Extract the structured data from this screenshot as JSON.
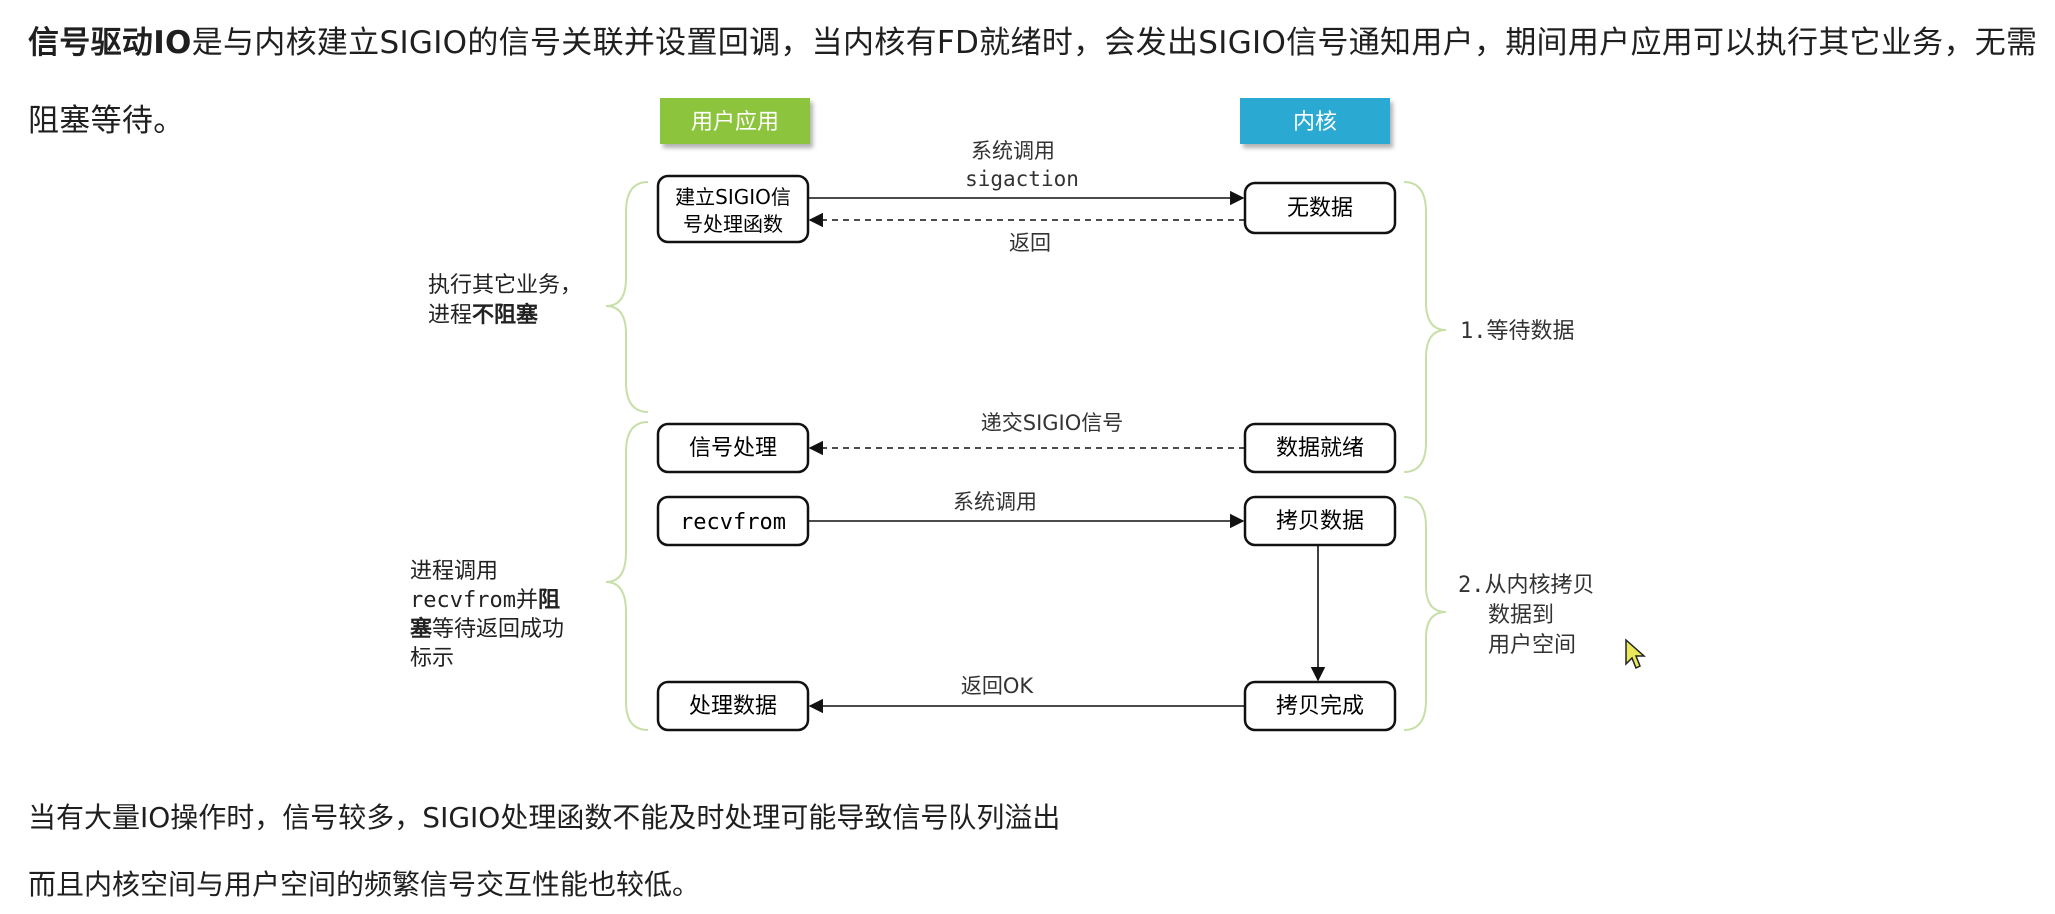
{
  "intro": {
    "bold_lead": "信号驱动IO",
    "text": "是与内核建立SIGIO的信号关联并设置回调，当内核有FD就绪时，会发出SIGIO信号通知用户，期间用户应用可以执行其它业务，无需阻塞等待。"
  },
  "diagram": {
    "headers": {
      "user": "用户应用",
      "kernel": "内核"
    },
    "colors": {
      "user_header": "#8dc43c",
      "kernel_header": "#29a9d3",
      "brace": "#c7dfa8"
    },
    "user_boxes": {
      "setup_line1": "建立SIGIO信",
      "setup_line2": "号处理函数",
      "signal_handle": "信号处理",
      "recvfrom": "recvfrom",
      "process_data": "处理数据"
    },
    "kernel_boxes": {
      "no_data": "无数据",
      "data_ready": "数据就绪",
      "copy_data": "拷贝数据",
      "copy_done": "拷贝完成"
    },
    "arrow_labels": {
      "syscall_line1": "系统调用",
      "syscall_line2": "sigaction",
      "return": "返回",
      "deliver": "递交SIGIO信号",
      "syscall2": "系统调用",
      "return_ok": "返回OK"
    },
    "left_notes": {
      "note1_line1": "执行其它业务，",
      "note1_line2_plain": "进程",
      "note1_line2_bold": "不阻塞",
      "note2_line1": "进程调用",
      "note2_line2_plain": "recvfrom并",
      "note2_line2_bold": "阻",
      "note2_line3_bold": "塞",
      "note2_line3_plain": "等待返回成功",
      "note2_line4": "标示"
    },
    "right_notes": {
      "phase1": "1.等待数据",
      "phase2_line1": "2.从内核拷贝",
      "phase2_line2": "数据到",
      "phase2_line3": "用户空间"
    }
  },
  "footer": {
    "line1": "当有大量IO操作时，信号较多，SIGIO处理函数不能及时处理可能导致信号队列溢出",
    "line2": "而且内核空间与用户空间的频繁信号交互性能也较低。"
  }
}
